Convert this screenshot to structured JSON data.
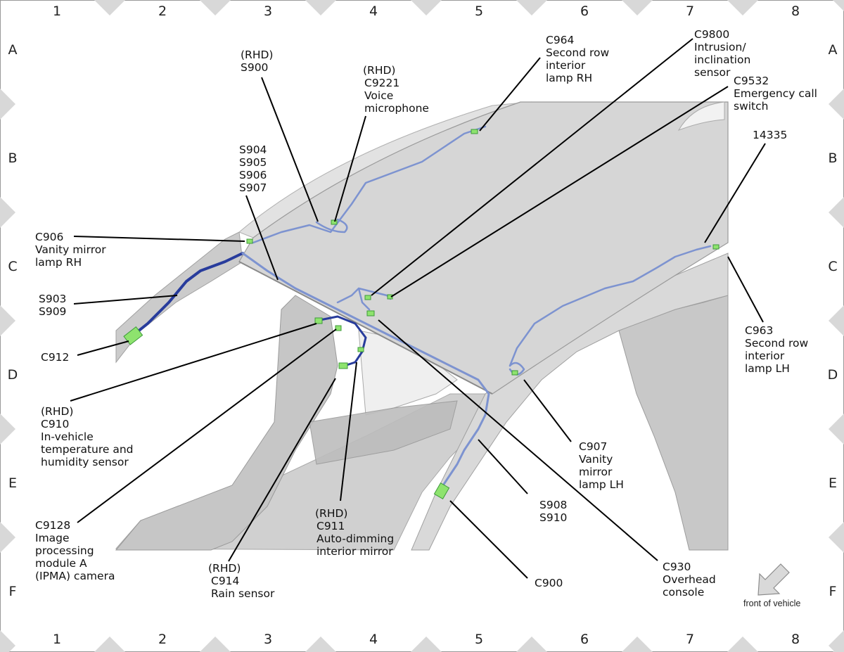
{
  "colors": {
    "harness_light": "#7d93d0",
    "harness_dark": "#283c9c",
    "connector": "#8ee36e",
    "connector_edge": "#3d9a3a",
    "body_panel": "#c9c9c9",
    "roof_panel": "#d3d3d3",
    "grid_marker": "#d8d8d8"
  },
  "grid": {
    "columns": [
      "1",
      "2",
      "3",
      "4",
      "5",
      "6",
      "7",
      "8"
    ],
    "rows": [
      "A",
      "B",
      "C",
      "D",
      "E",
      "F"
    ]
  },
  "labels": [
    {
      "id": "s900",
      "lines": [
        "(RHD)",
        "S900"
      ]
    },
    {
      "id": "c9221",
      "lines": [
        "(RHD)",
        "C9221",
        "Voice",
        "microphone"
      ]
    },
    {
      "id": "c964",
      "lines": [
        "C964",
        "Second row",
        "interior",
        "lamp RH"
      ]
    },
    {
      "id": "c9800",
      "lines": [
        "C9800",
        "Intrusion/",
        "inclination",
        "sensor"
      ]
    },
    {
      "id": "c9532",
      "lines": [
        "C9532",
        "Emergency call",
        "switch"
      ]
    },
    {
      "id": "14335",
      "lines": [
        "14335"
      ]
    },
    {
      "id": "s904",
      "lines": [
        "S904",
        "S905",
        "S906",
        "S907"
      ]
    },
    {
      "id": "c906",
      "lines": [
        "C906",
        "Vanity mirror",
        "lamp RH"
      ]
    },
    {
      "id": "s903",
      "lines": [
        "S903",
        "S909"
      ]
    },
    {
      "id": "c912",
      "lines": [
        "C912"
      ]
    },
    {
      "id": "c910",
      "lines": [
        "(RHD)",
        "C910",
        "In-vehicle",
        "temperature and",
        "humidity sensor"
      ]
    },
    {
      "id": "c9128",
      "lines": [
        "C9128",
        "Image",
        "processing",
        "module A",
        "(IPMA) camera"
      ]
    },
    {
      "id": "c914",
      "lines": [
        "(RHD)",
        "C914",
        "Rain sensor"
      ]
    },
    {
      "id": "c911",
      "lines": [
        "(RHD)",
        "C911",
        "Auto-dimming",
        "interior mirror"
      ]
    },
    {
      "id": "c900",
      "lines": [
        "C900"
      ]
    },
    {
      "id": "s908",
      "lines": [
        "S908",
        "S910"
      ]
    },
    {
      "id": "c907",
      "lines": [
        "C907",
        "Vanity",
        "mirror",
        "lamp LH"
      ]
    },
    {
      "id": "c930",
      "lines": [
        "C930",
        "Overhead",
        "console"
      ]
    },
    {
      "id": "c963",
      "lines": [
        "C963",
        "Second row",
        "interior",
        "lamp LH"
      ]
    }
  ],
  "note": {
    "text": "front of vehicle",
    "icon": "arrow-down-left-icon"
  }
}
